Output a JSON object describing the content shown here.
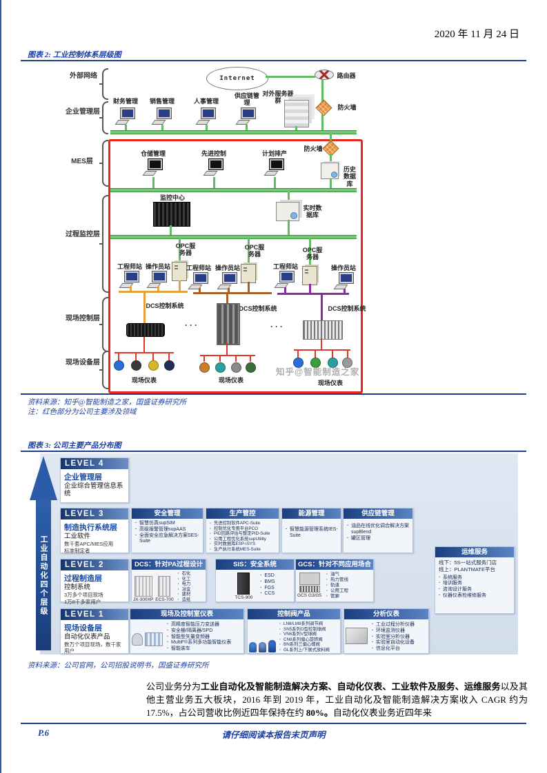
{
  "page": {
    "date": "2020 年 11 月 24 日",
    "page_number": "P.6",
    "footer_notice": "请仔细阅读本报告末页声明"
  },
  "paragraph": {
    "lead": "公司业务分为",
    "bold1": "工业自动化及智能制造解决方案、自动化仪表、工业软件及服务、运维服务",
    "mid": "以及其他主营业务五大板块，2016 年到 2019 年，工业自动化及智能制造解决方案收入 CAGR 约为 17.5%，占公司营收比例近四年保持在约 ",
    "bold2": "80%。",
    "tail": "自动化仪表业务近四年来"
  },
  "figure2": {
    "title": "图表 2: 工业控制体系层级图",
    "source": "资料来源：知乎@智能制造之家，国盛证券研究所",
    "note": "注：红色部分为公司主要涉及领域",
    "watermark": "知乎@智能制造之家",
    "layers": [
      "外部网络",
      "企业管理层",
      "MES层",
      "过程监控层",
      "现场控制层",
      "现场设备层"
    ],
    "nodes": {
      "internet": "Internet",
      "router": "路由器",
      "firewall": "防火墙",
      "ext_servers": "对外服务器群",
      "mgmt_apps": [
        "财务管理",
        "销售管理",
        "人事管理",
        "供应链管理"
      ],
      "mes_apps": [
        "仓储管理",
        "先进控制",
        "计划排产"
      ],
      "history_db": "历史数据库",
      "monitor_center": "监控中心",
      "realtime_db": "实时数据库",
      "opc_server": "OPC服务器",
      "engineer_station": "工程师站",
      "operator_station": "操作员站",
      "dcs_system": "DCS控制系统",
      "field_instruments": "现场仪表",
      "ellipsis": "···"
    }
  },
  "figure3": {
    "title": "图表 3: 公司主要产品分布图",
    "source": "资料来源：公司官网，公司招股说明书，国盛证券研究所",
    "side_label": "工业自动化四个层级",
    "levels": [
      {
        "tag": "LEVEL 4",
        "title": "企业管理层",
        "subtitle": "企业综合管理信息系统"
      },
      {
        "tag": "LEVEL 3",
        "title": "制造执行系统层",
        "subtitle": "工业软件",
        "note1": "数千套APC/MES应用",
        "note2": "标准制定者"
      },
      {
        "tag": "LEVEL 2",
        "title": "过程制造层",
        "subtitle": "控制系统",
        "note1": "3万多个项目现场",
        "note2": "1万8千多家用户"
      },
      {
        "tag": "LEVEL 1",
        "title": "现场设备层",
        "subtitle": "自动化仪表产品",
        "note1": "数万个项目现场，数千家用户"
      }
    ],
    "boxes": {
      "safety": {
        "title": "安全管理",
        "items": [
          "智慧仿真supSIM",
          "高级报警管理supAAS",
          "全面安全应急解决方案SES-Suite"
        ]
      },
      "production": {
        "title": "生产管控",
        "items": [
          "先进控制软件APC-Suite",
          "控制优化专用平台PCO",
          "PID回路评估与整定PID-Suite",
          "公用工程优化系统supUtility",
          "实时数据库ESP-iSYS",
          "生产执行系统MES-Suite"
        ]
      },
      "energy": {
        "title": "能源管理",
        "items": [
          "智慧能源管理系统IES-Suite"
        ]
      },
      "supply": {
        "title": "供应链管理",
        "items": [
          "油品在线优化调合解决方案supBlend",
          "罐区管理"
        ]
      },
      "dcs": {
        "title": "DCS：针对PA过程设计",
        "captions": [
          "JX-300XP",
          "ECS-700"
        ],
        "items": [
          "石化",
          "化工",
          "电力",
          "冶金",
          "建材",
          "造纸"
        ]
      },
      "sis": {
        "title": "SIS：安全系统",
        "caption": "TCS-900",
        "items": [
          "ESD",
          "BMS",
          "FGS",
          "CCS"
        ]
      },
      "gcs": {
        "title": "GCS：针对不同应用场合",
        "caption": "GCS G3/G5",
        "items": [
          "油气",
          "热力管线",
          "轨道",
          "公用工程",
          "管廊"
        ]
      },
      "service": {
        "title": "运维服务",
        "line1": "线下：5S一站式服务门店",
        "line2": "线上：PLANTMATE平台",
        "items": [
          "系统服务",
          "培训服务",
          "咨询设计服务",
          "仪器仪表检维修服务"
        ]
      },
      "field_room": {
        "title": "现场及控制室仪表",
        "items": [
          "高精度智能压力变送器",
          "安全栅/隔离器/SPD",
          "智能型矢量变频器",
          "MultiF®系列多功能智能仪表",
          "智能装车"
        ]
      },
      "valves": {
        "title": "控制阀产品",
        "items": [
          "LN8/LM8系列调节阀",
          "SN5系列O型控制球阀",
          "VN6系列V型球阀",
          "CN8系列偏心旋转阀",
          "BN系列三偏心蝶阀",
          "GL系列上/下展式放料阀"
        ]
      },
      "analyzers": {
        "title": "分析仪表",
        "items": [
          "工业过程分析仪器",
          "环境监测仪器",
          "实验室分析仪器",
          "实验室自动化设备",
          "信息化平台"
        ]
      }
    }
  }
}
